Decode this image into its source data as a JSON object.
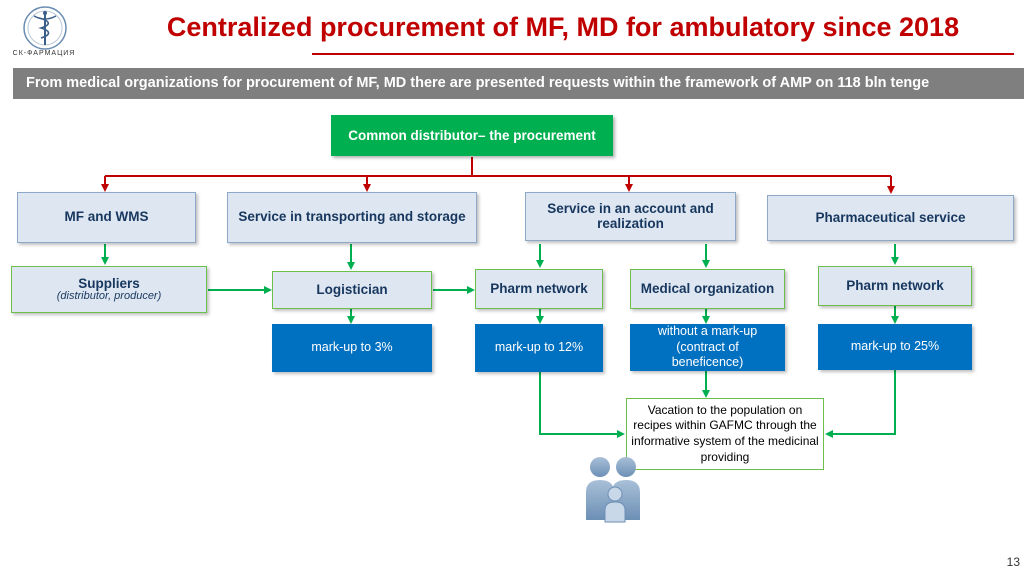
{
  "header": {
    "logo_text": "СК-ФАРМАЦИЯ",
    "title": "Centralized procurement of MF, MD for ambulatory since 2018",
    "banner": "From medical organizations for procurement of MF, MD there are presented requests within the framework of  AMP on 118 bln tenge"
  },
  "top_node": "Common distributor– the procurement",
  "row1": {
    "mf_wms": "MF and WMS",
    "transport": "Service in transporting and storage",
    "account": "Service in an account and realization",
    "pharma_service": "Pharmaceutical service"
  },
  "row2": {
    "suppliers_title": "Suppliers",
    "suppliers_sub": "(distributor, producer)",
    "logistician": "Logistician",
    "pharm_network_1": "Pharm network",
    "medical_org": "Medical organization",
    "pharm_network_2": "Pharm network"
  },
  "row3": {
    "markup_3": "mark-up to 3%",
    "markup_12": "mark-up to 12%",
    "no_markup": "without a mark-up (contract of beneficence)",
    "markup_25": "mark-up to 25%"
  },
  "vacation": "Vacation to the population on recipes  within GAFMC through the informative system of the medicinal providing",
  "page_number": "13",
  "colors": {
    "title_red": "#c00000",
    "banner_gray": "#7f7f7f",
    "top_green": "#00b050",
    "box_light_blue": "#dde6f1",
    "markup_blue": "#0070c0",
    "arrow_red": "#c00000",
    "arrow_green": "#00b050"
  },
  "icons": [
    "pharmacy-caduceus-logo",
    "family-people-icon"
  ]
}
